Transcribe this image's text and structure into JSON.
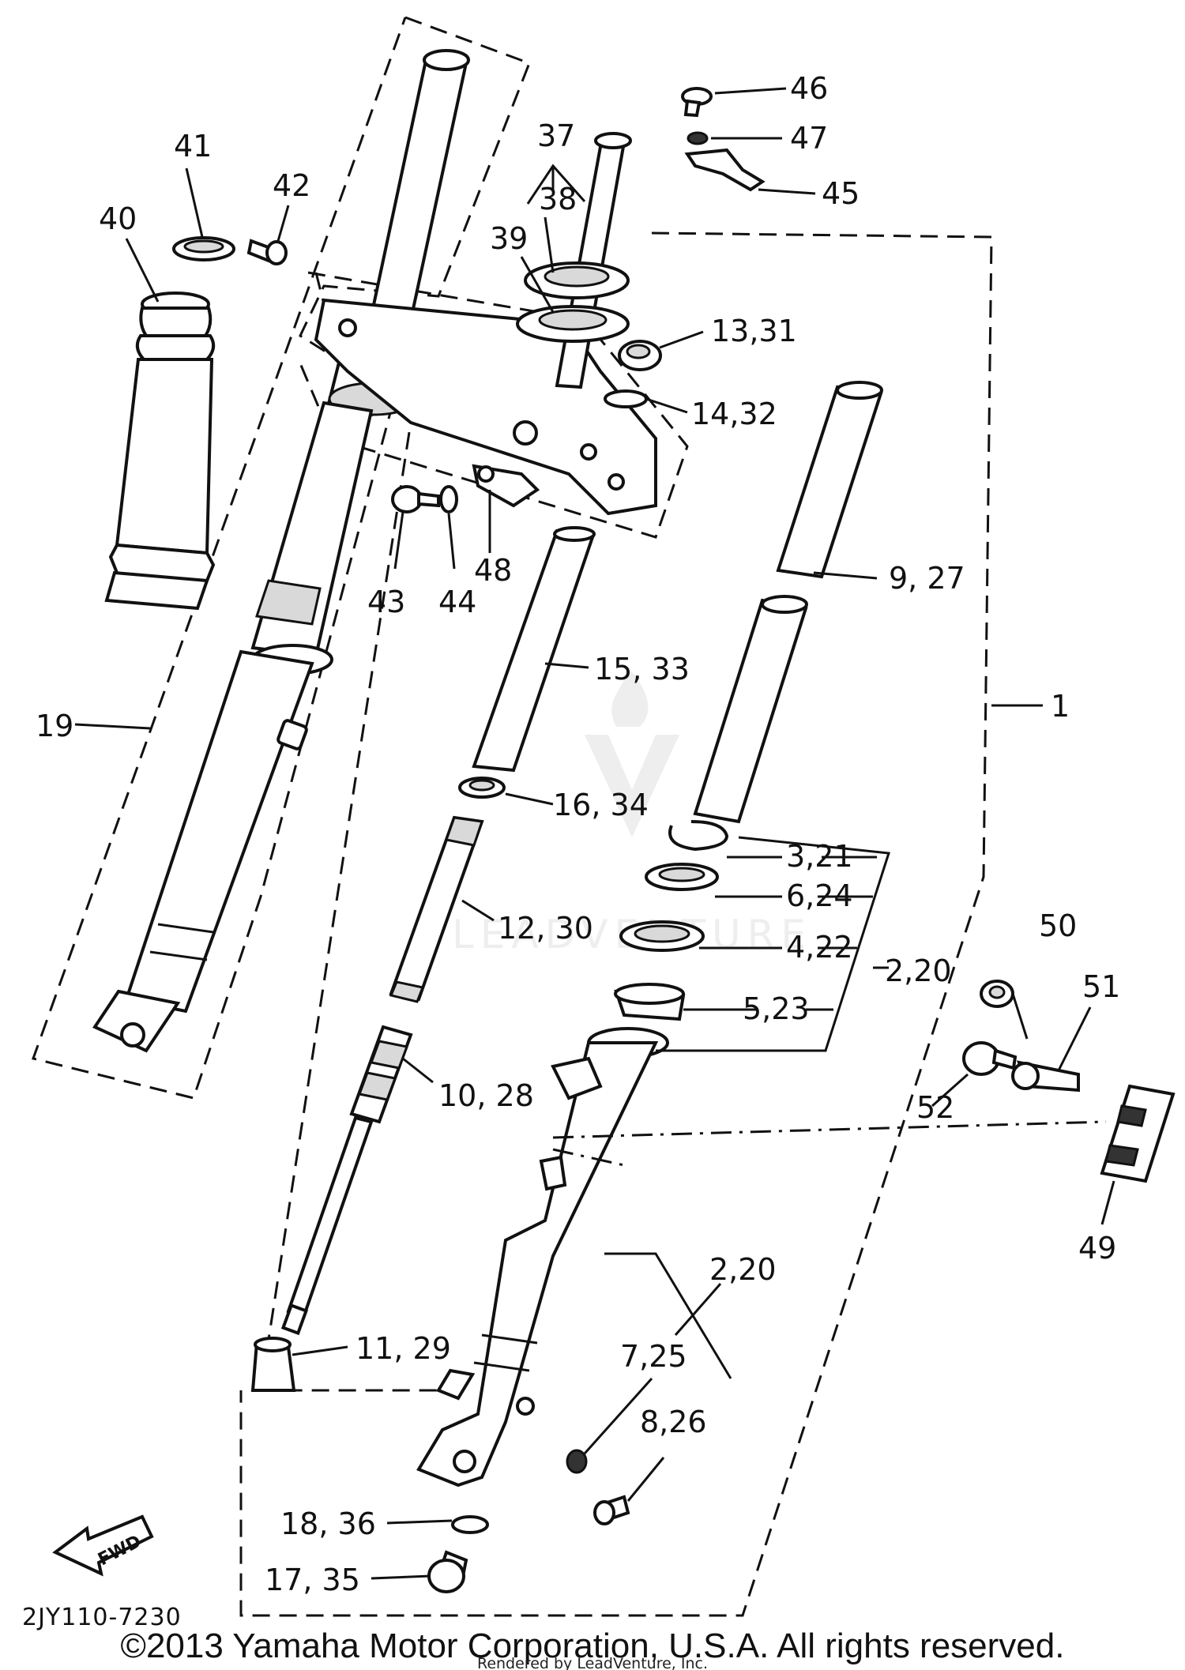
{
  "diagram_code": "2JY110-7230",
  "copyright": "©2013 Yamaha Motor Corporation, U.S.A. All rights reserved.",
  "rendered_by": "Rendered by LeadVenture, Inc.",
  "watermark": "LEADVENTURE",
  "fwd_label": "FWD",
  "callouts": {
    "c1": "1",
    "c2_20_a": "2,20",
    "c2_20_b": "2,20",
    "c3_21": "3,21",
    "c4_22": "4,22",
    "c5_23": "5,23",
    "c6_24": "6,24",
    "c7_25": "7,25",
    "c8_26": "8,26",
    "c9_27": "9, 27",
    "c10_28": "10, 28",
    "c11_29": "11, 29",
    "c12_30": "12, 30",
    "c13_31": "13,31",
    "c14_32": "14,32",
    "c15_33": "15, 33",
    "c16_34": "16, 34",
    "c17_35": "17, 35",
    "c18_36": "18, 36",
    "c19": "19",
    "c37": "37",
    "c38": "38",
    "c39": "39",
    "c40": "40",
    "c41": "41",
    "c42": "42",
    "c43": "43",
    "c44": "44",
    "c45": "45",
    "c46": "46",
    "c47": "47",
    "c48": "48",
    "c49": "49",
    "c50": "50",
    "c51": "51",
    "c52": "52"
  }
}
